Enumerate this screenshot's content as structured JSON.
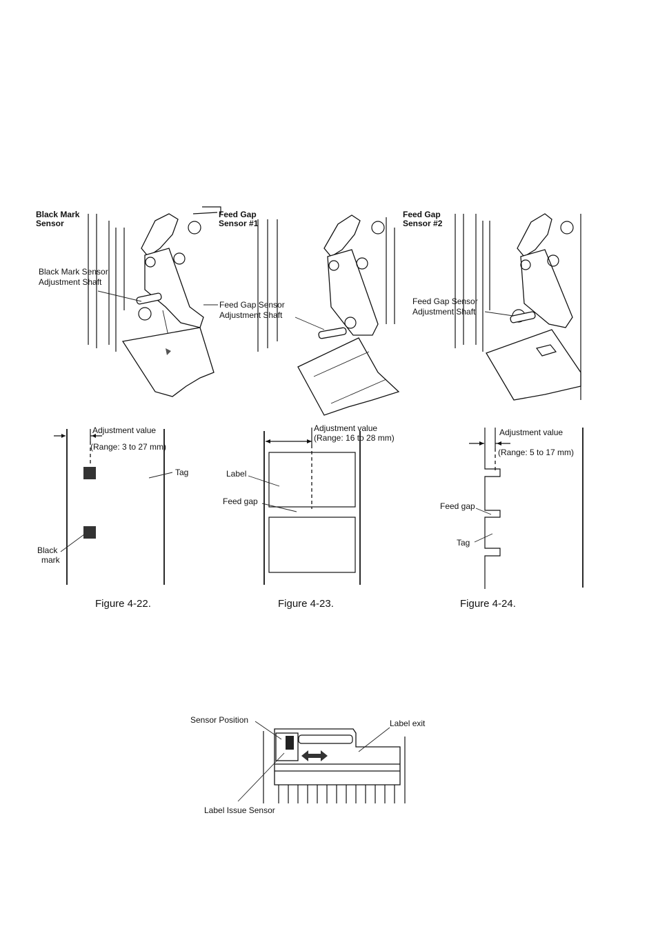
{
  "figures": [
    {
      "caption": "Figure 4-22.",
      "sensor_title": [
        "Black Mark",
        "Sensor"
      ],
      "shaft_label": [
        "Black Mark Sensor",
        "Adjustment Shaft"
      ],
      "adjust_label": "Adjustment value",
      "range_label": "(Range: 3 to 27 mm)",
      "tag_label": "Tag",
      "mark_label": [
        "Black",
        "mark"
      ]
    },
    {
      "caption": "Figure 4-23.",
      "sensor_title": [
        "Feed Gap",
        "Sensor  #1"
      ],
      "shaft_label": [
        "Feed Gap Sensor",
        "Adjustment Shaft"
      ],
      "adjust_label": "Adjustment value",
      "range_label": "(Range: 16 to 28 mm)",
      "label_label": "Label",
      "gap_label": "Feed gap"
    },
    {
      "caption": "Figure 4-24.",
      "sensor_title": [
        "Feed Gap",
        "Sensor  #2"
      ],
      "shaft_label": [
        "Feed Gap Sensor",
        "Adjustment Shaft"
      ],
      "adjust_label": "Adjustment value",
      "range_label": "(Range: 5 to 17 mm)",
      "gap_label": "Feed gap",
      "tag_label": "Tag"
    }
  ],
  "issue_diagram": {
    "sensor_position": "Sensor Position",
    "label_exit": "Label exit",
    "label_issue_sensor": "Label Issue Sensor"
  }
}
